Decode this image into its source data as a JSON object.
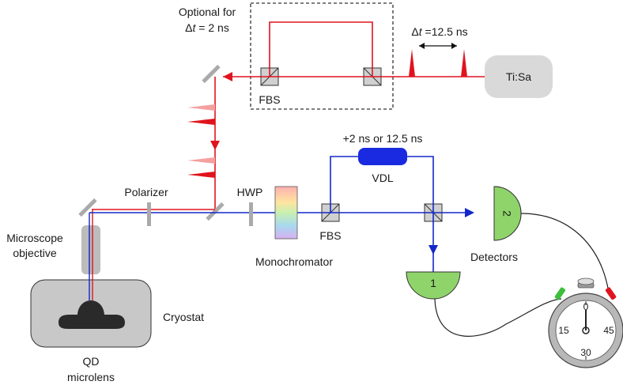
{
  "labels": {
    "optional_line1": "Optional for",
    "optional_line2_prefix": "Δ",
    "optional_line2_t": "t",
    "optional_line2_rest": " = 2 ns",
    "dt_prefix": "Δ",
    "dt_t": "t",
    "dt_rest": " =12.5 ns",
    "tisa": "Ti:Sa",
    "fbs_top": "FBS",
    "fbs_bottom": "FBS",
    "delay": "+2 ns or 12.5 ns",
    "vdl": "VDL",
    "polarizer": "Polarizer",
    "hwp": "HWP",
    "microscope_line1": "Microscope",
    "microscope_line2": "objective",
    "monochromator": "Monochromator",
    "detectors": "Detectors",
    "cryostat": "Cryostat",
    "qd_line1": "QD",
    "qd_line2": "microlens",
    "detector1": "1",
    "detector2": "2",
    "dial_0": "0",
    "dial_15": "15",
    "dial_30": "30",
    "dial_45": "45"
  },
  "colors": {
    "red_beam": "#e0141e",
    "blue_beam": "#1428c8",
    "detector_fill": "#8fd46a",
    "vdl_fill": "#1a2ae0",
    "tisa_fill": "#d9d9d9",
    "cryostat_fill": "#c8c8c8"
  }
}
